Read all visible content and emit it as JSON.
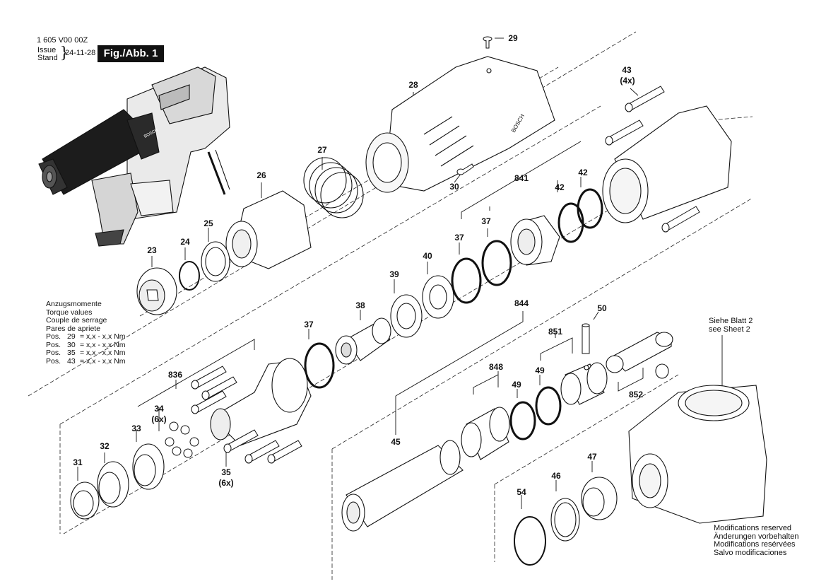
{
  "header": {
    "doc_number": "1 605 V00 00Z",
    "issue_label": "Issue",
    "stand_label": "Stand",
    "date": "24-11-28",
    "figure_label": "Fig./Abb. 1"
  },
  "torque_table": {
    "titles": [
      "Anzugsmomente",
      "Torque values",
      "Couple de serrage",
      "Pares de apriete"
    ],
    "rows": [
      {
        "pos": "Pos.",
        "num": "29",
        "value": "= x,x - x,x Nm"
      },
      {
        "pos": "Pos.",
        "num": "30",
        "value": "= x,x - x,x Nm"
      },
      {
        "pos": "Pos.",
        "num": "35",
        "value": "= x,x - x,x Nm"
      },
      {
        "pos": "Pos.",
        "num": "43",
        "value": "= x,x - x,x Nm"
      }
    ]
  },
  "sheet_note": [
    "Siehe Blatt 2",
    "see Sheet 2"
  ],
  "modifications": [
    "Modifications reserved",
    "Änderungen vorbehalten",
    "Modifications resérvées",
    "Salvo modificaciones"
  ],
  "brand": "BOSCH",
  "part_labels": {
    "p29": "29",
    "p43": "43",
    "p43q": "(4x)",
    "p28": "28",
    "p27": "27",
    "p26": "26",
    "p30": "30",
    "p841": "841",
    "p42a": "42",
    "p42b": "42",
    "p37a": "37",
    "p37b": "37",
    "p25": "25",
    "p24": "24",
    "p23": "23",
    "p40": "40",
    "p39": "39",
    "p38": "38",
    "p37c": "37",
    "p844": "844",
    "p50": "50",
    "p851": "851",
    "p836": "836",
    "p848": "848",
    "p49a": "49",
    "p49b": "49",
    "p34": "34",
    "p34q": "(6x)",
    "p852": "852",
    "p33": "33",
    "p32": "32",
    "p31": "31",
    "p45": "45",
    "p35": "35",
    "p35q": "(6x)",
    "p47": "47",
    "p46": "46",
    "p54": "54"
  }
}
